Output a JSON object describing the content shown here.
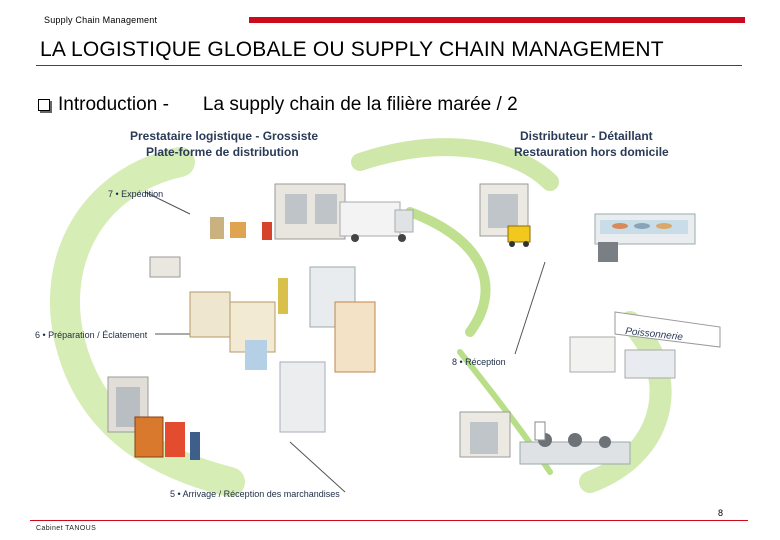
{
  "header": {
    "section_label": "Supply  Chain Management",
    "title": "LA LOGISTIQUE GLOBALE OU SUPPLY CHAIN MANAGEMENT",
    "accent_color": "#cc0a1e"
  },
  "content": {
    "bullet_main": "Introduction -",
    "bullet_sub": "La supply chain de la filière marée / 2"
  },
  "illustration": {
    "left_heading_line1": "Prestataire logistique - Grossiste",
    "left_heading_line2": "Plate-forme de distribution",
    "right_heading_line1": "Distributeur - Détaillant",
    "right_heading_line2": "Restauration hors domicile",
    "step_7": "7 • Expédition",
    "step_6": "6 • Préparation / Éclatement",
    "step_8": "8 • Réception",
    "step_5": "5 • Arrivage / Réception des marchandises",
    "shop_sign": "Poissonnerie"
  },
  "footer": {
    "page_number": "8",
    "company": "Cabinet TANOUS"
  }
}
